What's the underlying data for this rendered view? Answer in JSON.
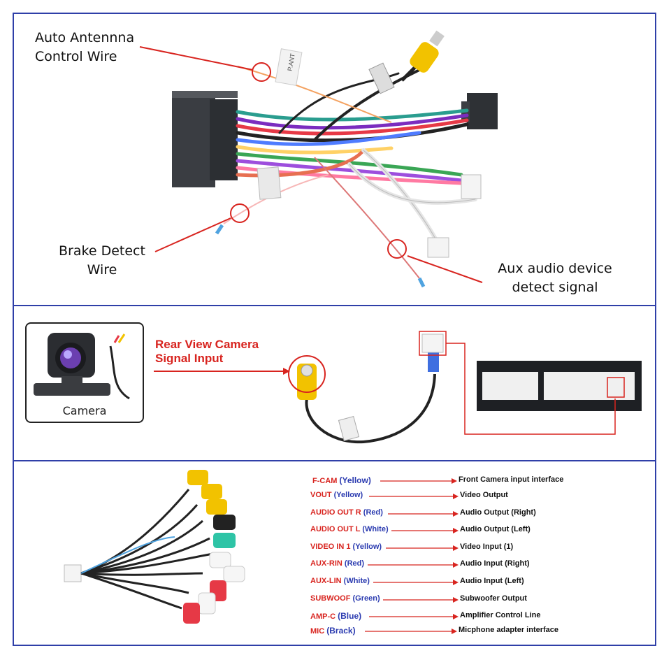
{
  "top_panel": {
    "callouts": {
      "auto_antenna": [
        "Auto Antennna",
        "Control Wire"
      ],
      "brake_detect": [
        "Brake Detect",
        "Wire"
      ],
      "aux_detect": [
        "Aux audio device",
        "detect signal"
      ]
    },
    "wire_tags": [
      "P.ANT"
    ]
  },
  "middle_panel": {
    "rear_camera_label": [
      "Rear View Camera",
      "Signal Input"
    ],
    "camera_caption": "Camera"
  },
  "bottom_panel": {
    "rows": [
      {
        "name": "F-CAM",
        "color": "(Yellow)",
        "function": "Front Camera input interface"
      },
      {
        "name": "VOUT",
        "color": "(Yellow)",
        "function": "Video Output"
      },
      {
        "name": "AUDIO OUT R",
        "color": "(Red)",
        "function": "Audio Output (Right)"
      },
      {
        "name": "AUDIO OUT L",
        "color": "(White)",
        "function": "Audio Output (Left)"
      },
      {
        "name": "VIDEO IN 1",
        "color": "(Yellow)",
        "function": "Video Input (1)"
      },
      {
        "name": "AUX-RIN",
        "color": "(Red)",
        "function": "Audio Input (Right)"
      },
      {
        "name": "AUX-LIN",
        "color": "(White)",
        "function": "Audio Input (Left)"
      },
      {
        "name": "SUBWOOF",
        "color": "(Green)",
        "function": "Subwoofer Output"
      },
      {
        "name": "AMP-C",
        "color": "(Blue)",
        "function": "Amplifier Control Line"
      },
      {
        "name": "MIC",
        "color": "(Brack)",
        "function": "Micphone adapter interface"
      }
    ]
  },
  "colors": {
    "border": "#2f3fa8",
    "callout_red": "#d8241f",
    "label_blue": "#2b3bb0"
  }
}
